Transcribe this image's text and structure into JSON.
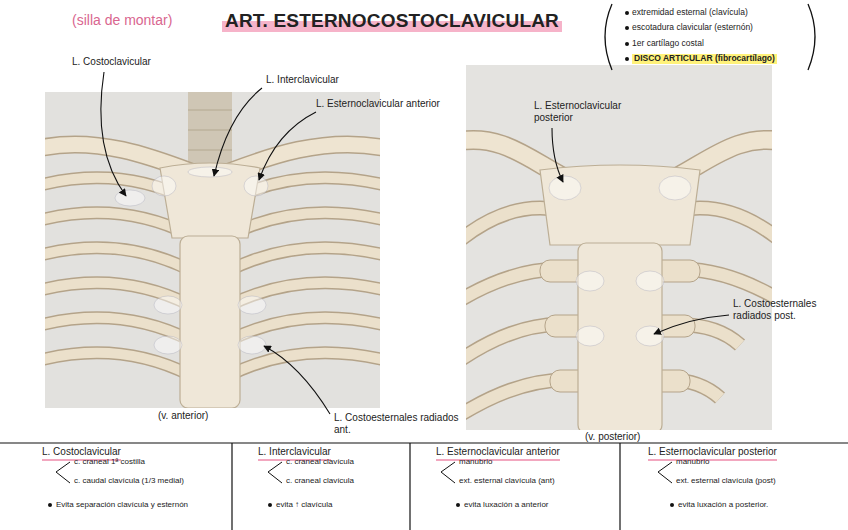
{
  "diagram": {
    "title": "ART. ESTERNOCOSTOCLAVICULAR",
    "labels": [
      "(silla de montar)",
      "extremidad esternal (clavícula)",
      "escotadura clavicular (esternón)",
      "1er cartílago costal",
      "DISCO ARTICULAR (fibrocartílago)",
      "L. Costoclavicular",
      "L. Interclavicular",
      "L. Esternoclavicular anterior",
      "L. Esternoclavicular posterior",
      "L. Costoesternales radiados post.",
      "(v. anterior)",
      "L. Costoesternales radiados ant.",
      "(v. posterior)",
      "L. Costoclavicular",
      "c. craneal 1ª costilla",
      "c. caudal clavícula (1/3 medial)",
      "Evita separación clavícula y esternón",
      "L. Interclavicular",
      "c. craneal clavícula",
      "c. craneal clavícula",
      "evita ↑ clavícula",
      "L. Esternoclavicular anterior",
      "manubrio",
      "ext. esternal clavícula (ant)",
      "evita luxación a anterior",
      "L. Esternoclavicular posterior",
      "manubrio",
      "ext. esternal clavícula (post)",
      "evita luxación a posterior."
    ]
  }
}
